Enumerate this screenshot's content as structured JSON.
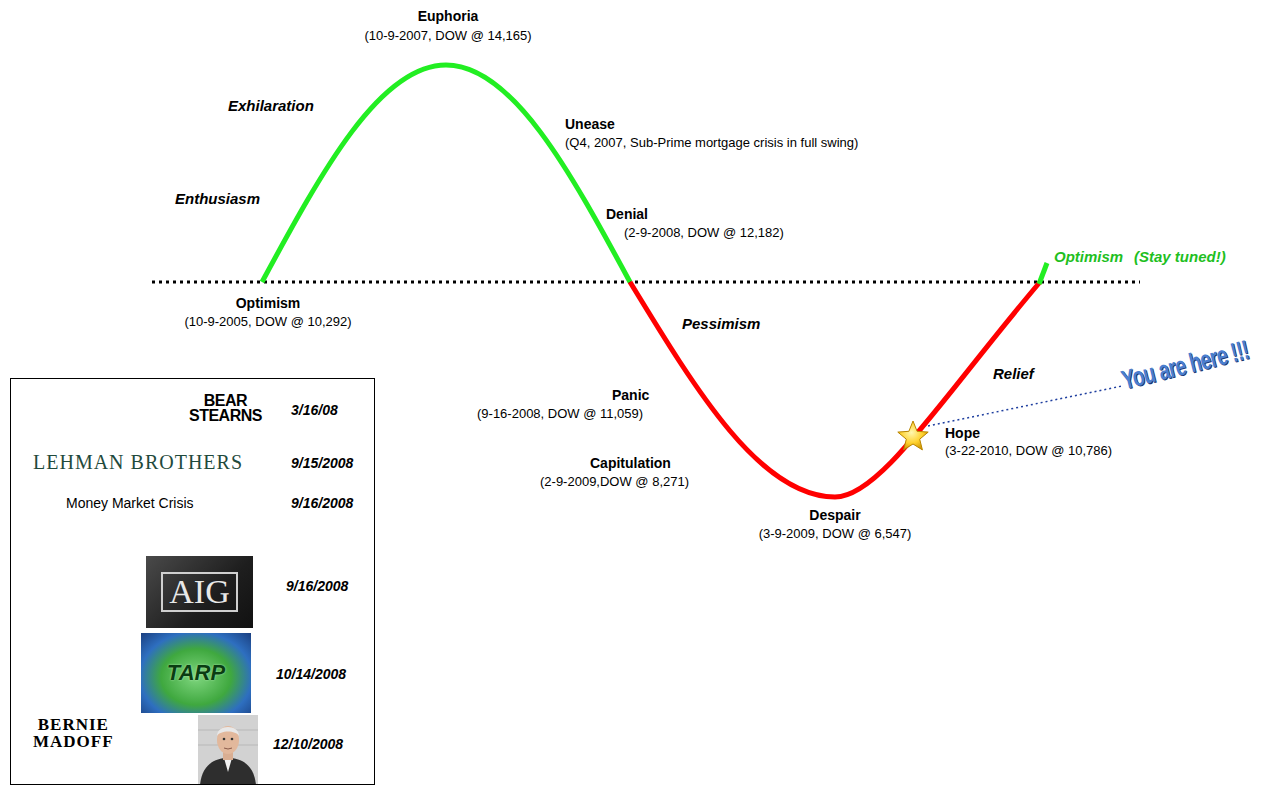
{
  "diagram": {
    "nodes": [
      {
        "text": [
          "BEAR STEARNS",
          "3/16/08",
          "LEHMAN BROTHERS",
          "9/15/2008",
          "Money Market Crisis",
          "9/16/2008",
          "9/16/2008",
          "10/14/2008",
          "BERNIE MADOFF",
          "12/10/2008"
        ]
      },
      {
        "text": [
          "AIG"
        ],
        "in": 0
      },
      {
        "text": [
          "TARP"
        ],
        "in": 0
      }
    ],
    "labels": [
      "Euphoria",
      "(10-9-2007, DOW @ 14,165)",
      "Exhilaration",
      "Enthusiasm",
      "Unease",
      "(Q4, 2007, Sub-Prime mortgage crisis in full swing)",
      "Denial",
      "(2-9-2008, DOW @ 12,182)",
      "Optimism",
      "(10-9-2005, DOW @ 10,292)",
      "Pessimism",
      "Panic",
      "(9-16-2008, DOW @ 11,059)",
      "Capitulation",
      "(2-9-2009,DOW @ 8,271)",
      "Despair",
      "(3-9-2009, DOW @ 6,547)",
      "Hope",
      "(3-22-2010, DOW @ 10,786)",
      "Relief",
      "Optimism",
      "(Stay tuned!)",
      "You are here !!!"
    ]
  }
}
